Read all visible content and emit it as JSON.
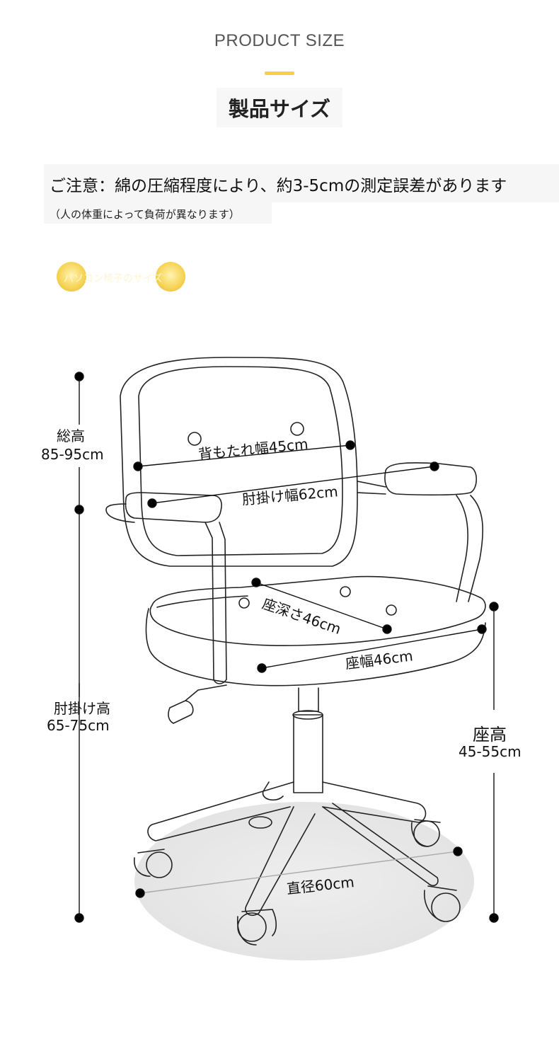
{
  "header": {
    "title_en": "PRODUCT SIZE",
    "title_jp": "製品サイズ"
  },
  "notice": {
    "main": "ご注意：綿の圧縮程度により、約3-5cmの測定誤差があります",
    "sub": "（人の体重によって負荷が異なります）"
  },
  "tag": {
    "label": "パソコン椅子のサイズ"
  },
  "dimensions": {
    "total_height_label": "総高",
    "total_height_value": "85-95cm",
    "backrest_width": "背もたれ幅45cm",
    "armrest_width": "肘掛け幅62cm",
    "seat_depth": "座深さ46cm",
    "seat_width": "座幅46cm",
    "armrest_height_label": "肘掛け高",
    "armrest_height_value": "65-75cm",
    "seat_height_label": "座高",
    "seat_height_value": "45-55cm",
    "diameter": "直径60cm"
  },
  "colors": {
    "accent": "#f2d24a",
    "line": "#111111",
    "floor_shadow": "#ececec"
  }
}
